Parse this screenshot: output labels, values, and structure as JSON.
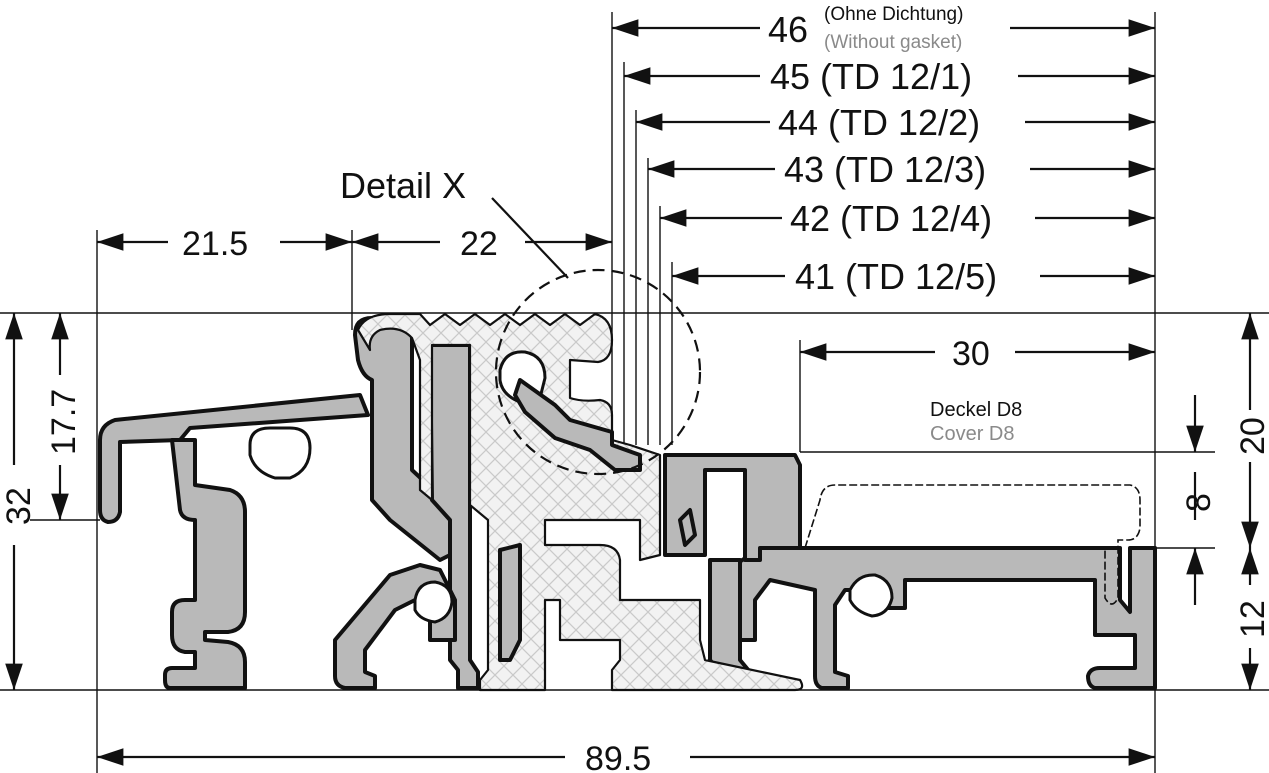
{
  "labels": {
    "detail": "Detail X",
    "dim_overall_width": "89.5",
    "dim_left_21_5": "21.5",
    "dim_22": "22",
    "dim_30": "30",
    "dim_height_32": "32",
    "dim_height_17_7": "17.7",
    "dim_height_20": "20",
    "dim_8": "8",
    "dim_12": "12",
    "dim_46": "46",
    "dim_46_note_de": "(Ohne Dichtung)",
    "dim_46_note_en": "(Without gasket)",
    "dim_45": "45 (TD 12/1)",
    "dim_44": "44 (TD 12/2)",
    "dim_43": "43 (TD 12/3)",
    "dim_42": "42 (TD 12/4)",
    "dim_41": "41 (TD 12/5)",
    "cover_de": "Deckel D8",
    "cover_en": "Cover D8"
  }
}
